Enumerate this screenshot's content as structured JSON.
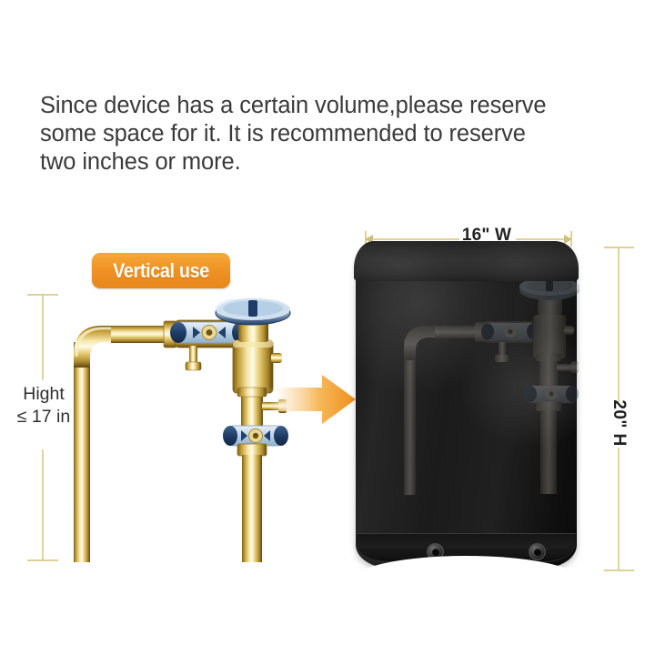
{
  "headline": {
    "text": "Since device has a certain volume,please reserve\nsome space for it. It is recommended to reserve\ntwo inches or more."
  },
  "badge": {
    "label": "Vertical use",
    "color": "#ef9123"
  },
  "dimensions": {
    "left_height": "Hight\n≤ 17 in",
    "cover_width": "16\" W",
    "cover_height": "20\" H",
    "line_color": "#e0d49a"
  },
  "arrow": {
    "direction": "right",
    "color_start": "#fdf0dc",
    "color_end": "#f0921f"
  },
  "cover": {
    "color": "#1a1a1a",
    "grommet_count": 2
  },
  "valve": {
    "body_color": "#e8cf7d",
    "handle_color": "#bcd4e8",
    "handle_cap_color": "#1c3a63"
  }
}
